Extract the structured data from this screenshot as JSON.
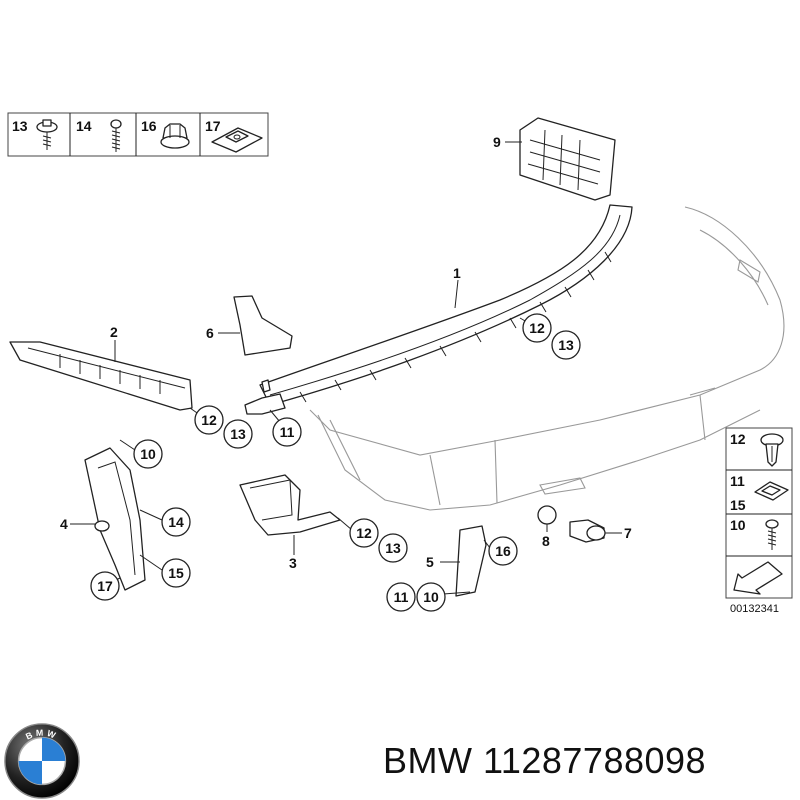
{
  "diagram": {
    "legend_top": [
      {
        "num": "13",
        "icon": "flange-screw-icon"
      },
      {
        "num": "14",
        "icon": "screw-icon"
      },
      {
        "num": "16",
        "icon": "nut-icon"
      },
      {
        "num": "17",
        "icon": "clip-nut-icon"
      }
    ],
    "legend_side": [
      {
        "num": "12",
        "icon": "expanding-rivet-icon"
      },
      {
        "num": "11",
        "icon": "clip-icon"
      },
      {
        "num": "15",
        "icon": "clip-icon"
      },
      {
        "num": "10",
        "icon": "screw-icon"
      }
    ],
    "callouts": {
      "c1": "1",
      "c2": "2",
      "c3": "3",
      "c4": "4",
      "c5": "5",
      "c6": "6",
      "c7": "7",
      "c8": "8",
      "c9": "9",
      "a12": "12",
      "a13": "13",
      "b12": "12",
      "b13": "13",
      "b11": "11",
      "d10": "10",
      "d14": "14",
      "d15": "15",
      "d17": "17",
      "e12": "12",
      "e13": "13",
      "f16": "16",
      "f11": "11",
      "f10": "10"
    },
    "drawing_number": "00132341"
  },
  "footer": {
    "brand": "BMW",
    "part_number": "11287788098",
    "logo_letters": "BMW"
  }
}
